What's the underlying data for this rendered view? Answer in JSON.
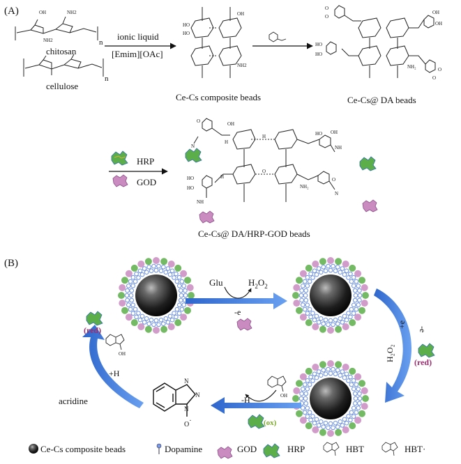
{
  "panelA": {
    "label": "(A)",
    "chitosan": "chitosan",
    "cellulose": "cellulose",
    "repeat_n": "n",
    "reagent_top": "ionic liquid",
    "reagent_bottom": "[Emim][OAc]",
    "composite": "Ce-Cs composite beads",
    "da_beads": "Ce-Cs@ DA beads",
    "hrp": "HRP",
    "god": "GOD",
    "final_beads": "Ce-Cs@ DA/HRP-GOD beads",
    "atoms": {
      "oh": "OH",
      "ho": "HO",
      "nh2": "NH2",
      "nh2_alt": "NH₂",
      "h": "H",
      "o": "O",
      "n": "N",
      "nh": "NH",
      "hbond_h": "H",
      "hbond_o": "O"
    }
  },
  "panelB": {
    "label": "(B)",
    "glu": "Glu",
    "h2o2": "H",
    "h2o2_sub2": "2",
    "h2o2_o": "O",
    "h2o2_sub2b": "2",
    "minus_e_top": "-e",
    "plus_e": "+e",
    "minus_e_right": "-e",
    "h2o2_right": "H₂O₂",
    "red_right": "(red)",
    "red_left": "(red)",
    "ox": "(ox)",
    "minus_h": "-H",
    "plus_h": "+H",
    "acridine": "acridine",
    "hbt_oh": "OH",
    "hbt_radical_o": "O",
    "hbt_radical_dot": "·",
    "hbt_n": "N"
  },
  "legend": {
    "beads": "Ce-Cs composite beads",
    "dopamine": "Dopamine",
    "god": "GOD",
    "hrp": "HRP",
    "hbt": "HBT",
    "hbt_radical": "HBT·"
  },
  "colors": {
    "arrow_blue": "#3f78d6",
    "bead_core": "#1b1b1b",
    "shell_blue": "#6a8fe0",
    "god_pink": "#c98bc0",
    "hrp_green": "#5cae4a",
    "red_label": "#9a2f6f",
    "ox_label": "#7aaa2a"
  }
}
